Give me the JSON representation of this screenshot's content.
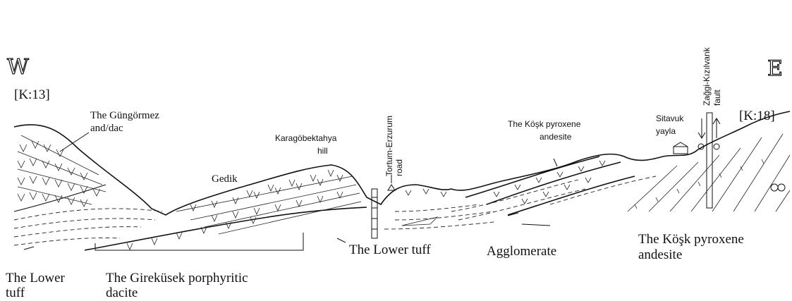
{
  "section": {
    "west_label": "W",
    "east_label": "E",
    "west_sample": "[K:13]",
    "east_sample": "[K:18]"
  },
  "labels": {
    "gungormez_line1": "The Güngörmez",
    "gungormez_line2": "and/dac",
    "karagobektahya_line1": "Karagöbektahya",
    "karagobektahya_line2": "hill",
    "tortum_line1": "Tortum-Erzurum",
    "tortum_line2": "road",
    "kosk_upper_line1": "The Köşk pyroxene",
    "kosk_upper_line2": "andesite",
    "sitavuk_line1": "Sitavuk",
    "sitavuk_line2": "yayla",
    "fault_line1": "Zağgi-Kızılvank",
    "fault_line2": "fault",
    "gedik": "Gedik",
    "lower_tuff_mid": "The Lower tuff",
    "agglomerate": "Agglomerate",
    "kosk_lower_line1": "The Köşk pyroxene",
    "kosk_lower_line2": "andesite",
    "lower_tuff_left_line1": "The Lower",
    "lower_tuff_left_line2": "tuff",
    "gire_line1": "The Gireküsek porphyritic",
    "gire_line2": "dacite"
  }
}
